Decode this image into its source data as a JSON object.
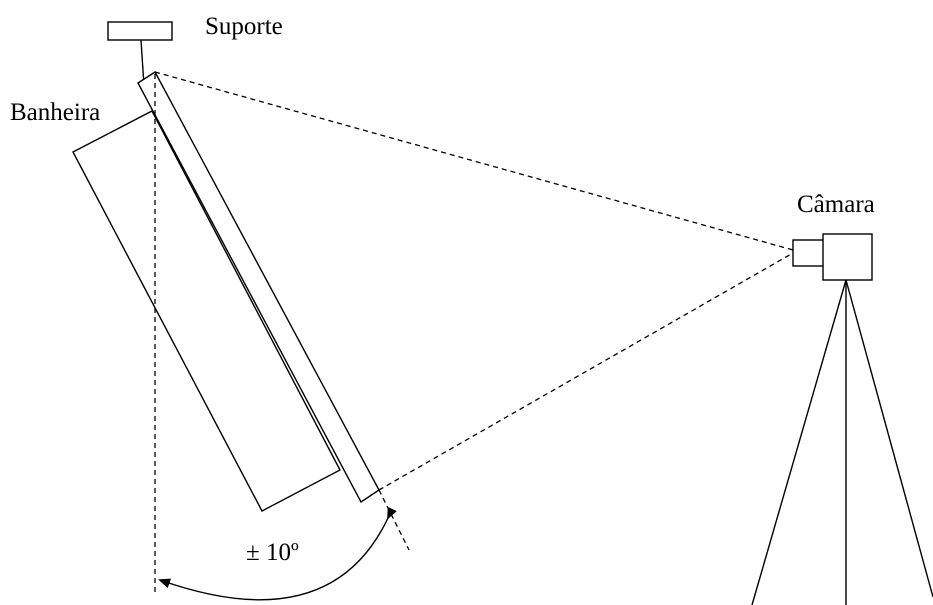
{
  "labels": {
    "support": "Suporte",
    "tub": "Banheira",
    "camera": "Câmara",
    "angle": "± 10º"
  },
  "colors": {
    "line": "#000000",
    "background": "#ffffff"
  }
}
